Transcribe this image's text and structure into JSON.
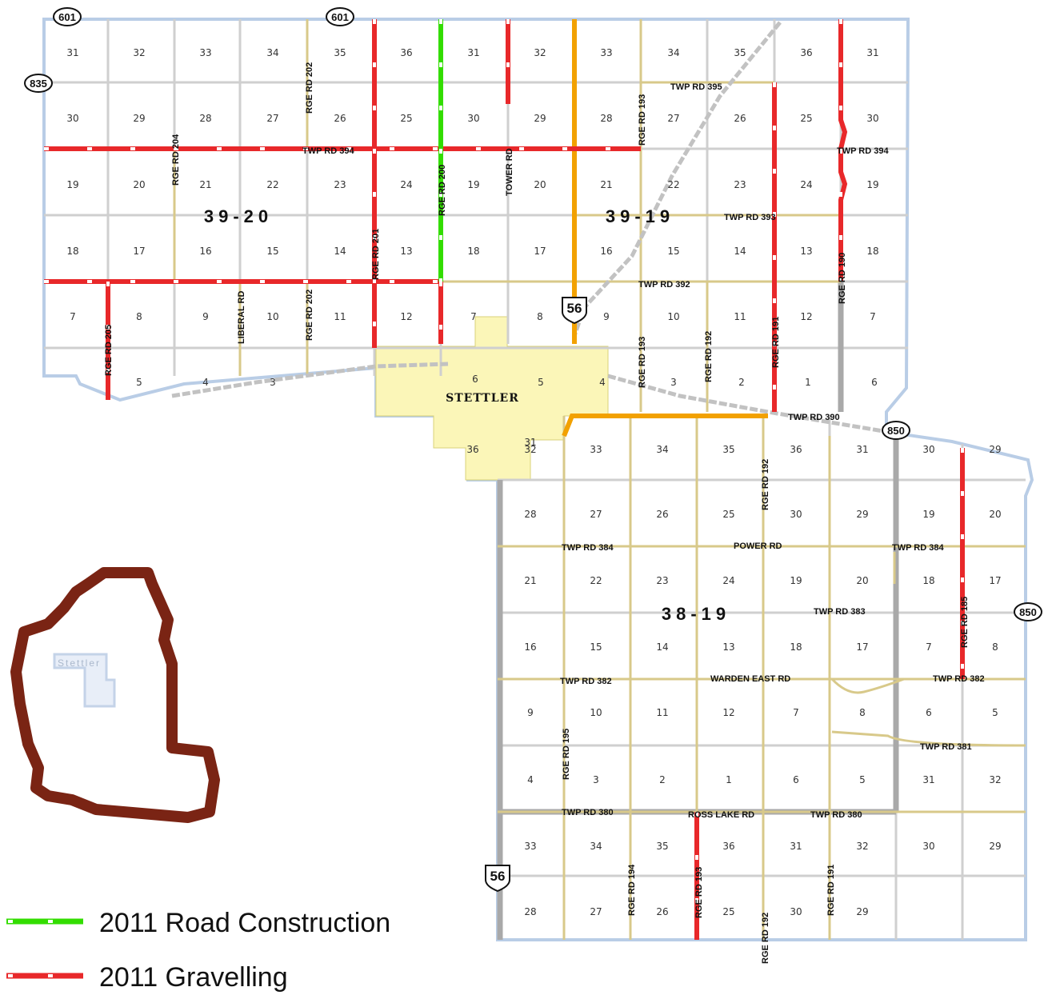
{
  "map": {
    "townships": [
      "39-20",
      "39-19",
      "38-19"
    ],
    "town": "STETTLER",
    "sections_39_20": [
      "31",
      "32",
      "33",
      "34",
      "35",
      "36",
      "30",
      "29",
      "28",
      "27",
      "26",
      "25",
      "19",
      "20",
      "21",
      "22",
      "23",
      "24",
      "18",
      "17",
      "16",
      "15",
      "14",
      "13",
      "7",
      "8",
      "9",
      "10",
      "11",
      "12",
      "5",
      "4",
      "3"
    ],
    "sections_39_19": [
      "31",
      "32",
      "33",
      "34",
      "35",
      "36",
      "31",
      "30",
      "29",
      "28",
      "27",
      "26",
      "25",
      "30",
      "19",
      "20",
      "21",
      "22",
      "23",
      "24",
      "19",
      "18",
      "17",
      "16",
      "15",
      "14",
      "13",
      "18",
      "7",
      "8",
      "9",
      "10",
      "11",
      "12",
      "7",
      "6",
      "5",
      "4",
      "3",
      "2",
      "1",
      "6"
    ],
    "sections_38_19": [
      "36",
      "31",
      "32",
      "33",
      "34",
      "35",
      "36",
      "31",
      "30",
      "29",
      "28",
      "27",
      "26",
      "25",
      "30",
      "29",
      "19",
      "20",
      "21",
      "22",
      "23",
      "24",
      "19",
      "20",
      "18",
      "17",
      "16",
      "15",
      "14",
      "13",
      "18",
      "17",
      "7",
      "8",
      "9",
      "10",
      "11",
      "12",
      "7",
      "8",
      "6",
      "5",
      "4",
      "3",
      "2",
      "1",
      "6",
      "5",
      "31",
      "32",
      "33",
      "34",
      "35",
      "36",
      "31",
      "32",
      "30",
      "29",
      "28",
      "27",
      "26",
      "25",
      "30",
      "29"
    ],
    "road_labels": {
      "twp395": "TWP RD 395",
      "twp394a": "TWP RD 394",
      "twp394b": "TWP RD 394",
      "twp393": "TWP RD 393",
      "twp392": "TWP RD 392",
      "twp390": "TWP RD 390",
      "twp384a": "TWP RD 384",
      "power": "POWER RD",
      "twp384b": "TWP RD 384",
      "twp383": "TWP RD 383",
      "twp382a": "TWP RD 382",
      "warden": "WARDEN EAST RD",
      "twp382b": "TWP RD 382",
      "twp381": "TWP RD 381",
      "twp380a": "TWP RD 380",
      "rosslake": "ROSS LAKE RD",
      "twp380b": "TWP RD 380",
      "rge204": "RGE RD 204",
      "rge202a": "RGE RD 202",
      "rge201": "RGE RD 201",
      "rge200": "RGE RD 200",
      "tower": "TOWER RD",
      "rge193a": "RGE RD 193",
      "rge205": "RGE RD 205",
      "liberal": "LIBERAL RD",
      "rge202b": "RGE RD 202",
      "rge193b": "RGE RD 193",
      "rge192a": "RGE RD 192",
      "rge191a": "RGE RD 191",
      "rge190": "RGE RD 190",
      "rge192b": "RGE RD 192",
      "rge195": "RGE RD 195",
      "rge185": "RGE RD 185",
      "rge194": "RGE RD 194",
      "rge193c": "RGE RD 193",
      "rge192c": "RGE RD 192",
      "rge191b": "RGE RD 191"
    },
    "highways": {
      "h601a": "601",
      "h601b": "601",
      "h835": "835",
      "h850a": "850",
      "h850b": "850",
      "h56a": "56",
      "h56b": "56"
    },
    "colors": {
      "construction": "#33dd00",
      "gravelling": "#e8282a",
      "highway": "#f2a100",
      "town_fill": "#fbf6b8",
      "boundary": "#b9cde6",
      "inset_outline": "#7a2414"
    }
  },
  "inset": {
    "label": "Stettler"
  },
  "legend": {
    "items": [
      {
        "label": "2011 Road Construction",
        "color": "#33dd00"
      },
      {
        "label": "2011 Gravelling",
        "color": "#e8282a"
      }
    ]
  }
}
